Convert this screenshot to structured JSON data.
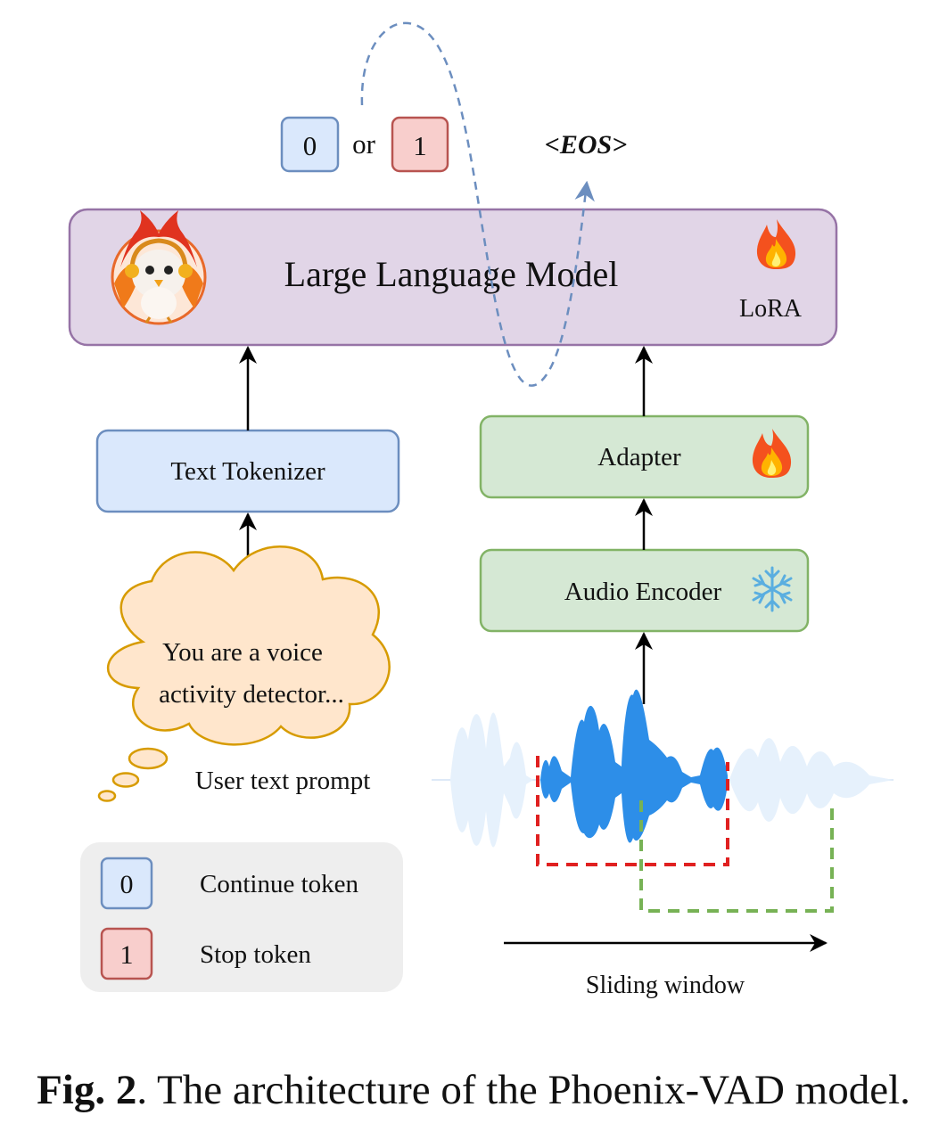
{
  "tokens": {
    "zero": "0",
    "or": "or",
    "one": "1",
    "eos": "<EOS>"
  },
  "llm": {
    "label": "Large Language Model",
    "lora": "LoRA"
  },
  "text_tokenizer": {
    "label": "Text Tokenizer"
  },
  "adapter": {
    "label": "Adapter"
  },
  "audio_encoder": {
    "label": "Audio Encoder"
  },
  "prompt": {
    "line1": "You are  a voice",
    "line2": "activity detector...",
    "caption": "User text prompt"
  },
  "legend": {
    "items": [
      {
        "token": "0",
        "label": "Continue token",
        "color": "#dae8fc",
        "border": "#6c8ebf"
      },
      {
        "token": "1",
        "label": "Stop token",
        "color": "#f8cecc",
        "border": "#b85450"
      }
    ]
  },
  "sliding_window": {
    "label": "Sliding window"
  },
  "colors": {
    "llm_fill": "#e1d5e7",
    "llm_border": "#9673a6",
    "blue_fill": "#dae8fc",
    "blue_border": "#6c8ebf",
    "green_fill": "#d5e8d4",
    "green_border": "#82b366",
    "red_fill": "#f8cecc",
    "red_border": "#b85450",
    "cloud_fill": "#ffe6cc",
    "cloud_border": "#d79b00",
    "waveform_active": "#2d8ee8",
    "waveform_faded": "#e6f1fc",
    "window_red": "#e02020",
    "window_green": "#77b255",
    "dashed_curve": "#6c8ebf",
    "legend_bg": "#eeeeee"
  },
  "figure_caption": {
    "lead": "Fig. 2",
    "text": ". The architecture of the Phoenix-VAD model."
  }
}
